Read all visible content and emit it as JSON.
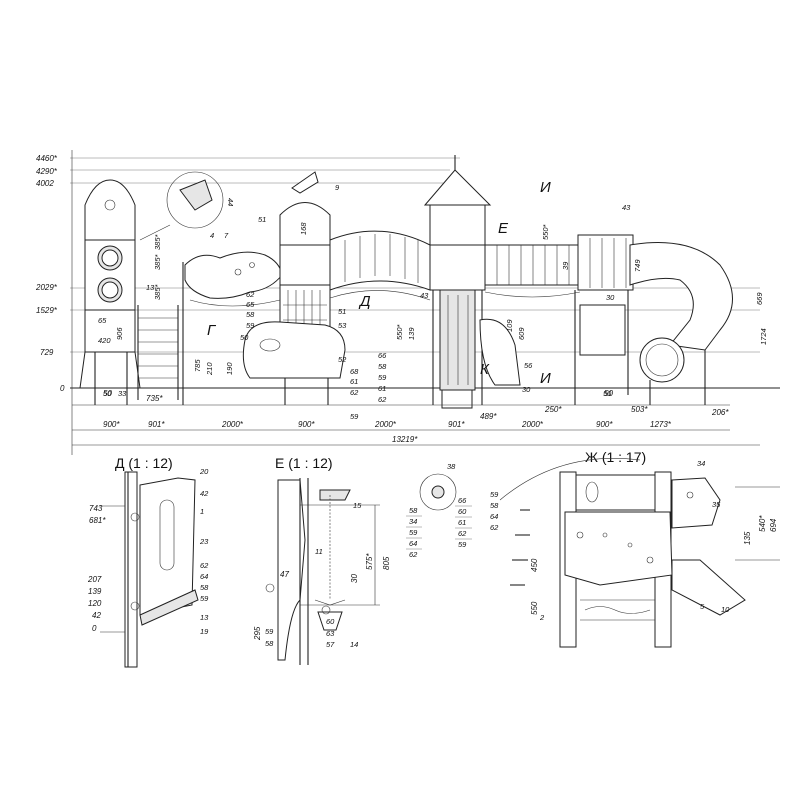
{
  "views": {
    "view_d": "Д (1 : 12)",
    "view_e": "Е (1 : 12)",
    "view_zh": "Ж (1 : 17)"
  },
  "section_marks": {
    "i_top": "И",
    "i_bottom": "И",
    "g": "Г",
    "d": "Д",
    "e": "Е",
    "k": "К"
  },
  "main_vertical_dims": [
    "4460*",
    "4290*",
    "4002",
    "2029*",
    "1529*",
    "729",
    "0"
  ],
  "main_bottom_dims": [
    "900*",
    "901*",
    "2000*",
    "900*",
    "2000*",
    "901*",
    "2000*",
    "900*",
    "1273*"
  ],
  "main_total": "13219*",
  "main_level2_dims": [
    "50",
    "735*",
    "489*",
    "250*",
    "50",
    "503*",
    "206*"
  ],
  "main_labels": {
    "tower1": [
      "13",
      "385*",
      "385*",
      "385*",
      "420",
      "906",
      "65",
      "50",
      "33"
    ],
    "detail_top": [
      "4",
      "7",
      "44"
    ],
    "slide_area": [
      "62",
      "65",
      "58",
      "59",
      "50",
      "785",
      "210",
      "190"
    ],
    "mid": [
      "9",
      "168",
      "51",
      "51",
      "53",
      "52",
      "68",
      "61",
      "62",
      "59",
      "66",
      "58",
      "59",
      "61",
      "62"
    ],
    "right": [
      "43",
      "550*",
      "39",
      "749",
      "669",
      "1724",
      "30",
      "50",
      "43",
      "550*",
      "139",
      "109",
      "609",
      "56",
      "30"
    ]
  },
  "view_d_dims": [
    "743",
    "681*",
    "207",
    "139",
    "120",
    "42",
    "0"
  ],
  "view_d_labels": [
    "20",
    "42",
    "1",
    "23",
    "62",
    "64",
    "58",
    "59",
    "13",
    "19"
  ],
  "view_e_dims": [
    "805",
    "575*",
    "30",
    "295",
    "47"
  ],
  "view_e_labels": [
    "15",
    "11",
    "60",
    "63",
    "57",
    "14",
    "59",
    "58"
  ],
  "mid_legend_left": [
    "58",
    "34",
    "59",
    "64",
    "62"
  ],
  "mid_legend_right": [
    "38",
    "66",
    "60",
    "61",
    "62",
    "59"
  ],
  "view_zh_dims": [
    "540*",
    "694",
    "135",
    "450",
    "550"
  ],
  "view_zh_labels": [
    "34",
    "35",
    "59",
    "58",
    "64",
    "62",
    "2",
    "5",
    "10"
  ]
}
